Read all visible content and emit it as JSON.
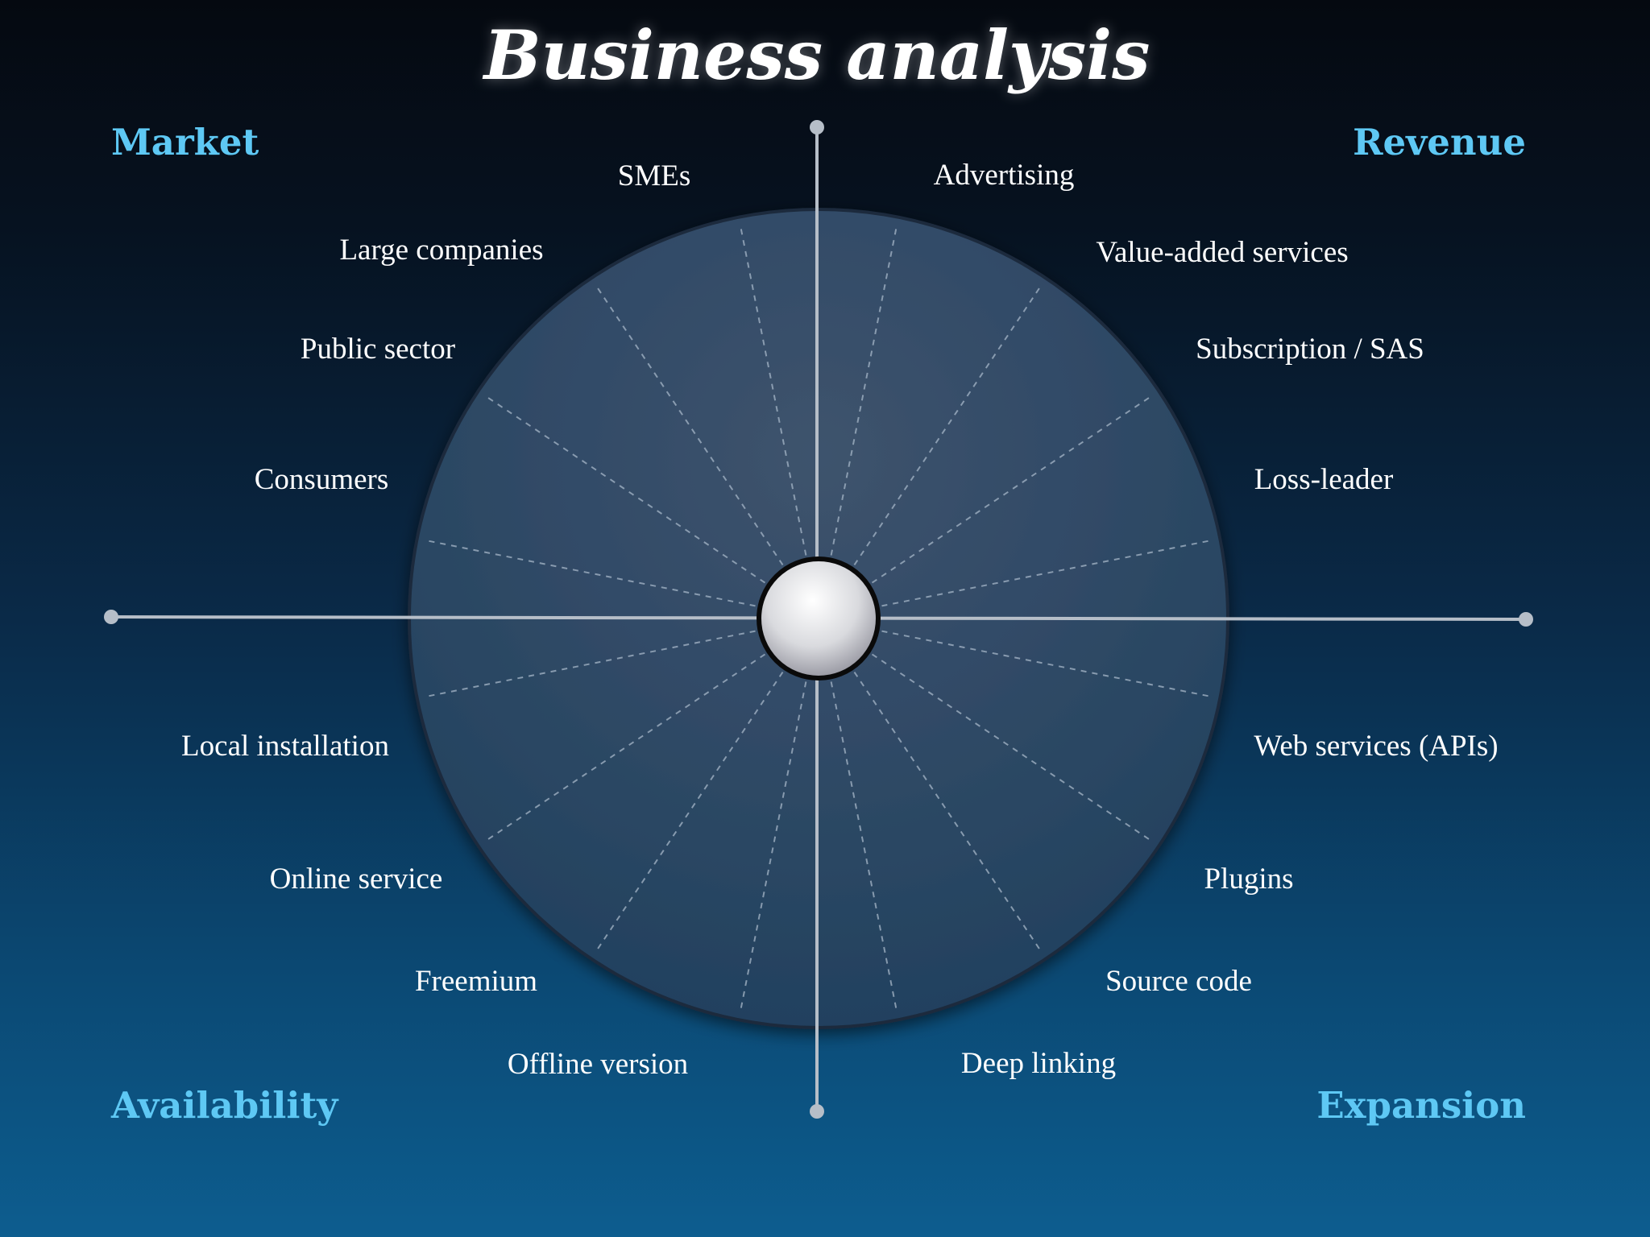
{
  "title": "Business analysis",
  "colors": {
    "accent": "#5ec8f4",
    "text": "#ffffff",
    "wheel_fill": "#3a4d66",
    "axis": "#b6bec8"
  },
  "quadrants": {
    "top_left": "Market",
    "top_right": "Revenue",
    "bottom_left": "Availability",
    "bottom_right": "Expansion"
  },
  "labels": {
    "market": [
      "SMEs",
      "Large companies",
      "Public sector",
      "Consumers"
    ],
    "revenue": [
      "Advertising",
      "Value-added services",
      "Subscription / SAS",
      "Loss-leader"
    ],
    "availability": [
      "Local installation",
      "Online service",
      "Freemium",
      "Offline version"
    ],
    "expansion": [
      "Web services (APIs)",
      "Plugins",
      "Source code",
      "Deep linking"
    ]
  }
}
